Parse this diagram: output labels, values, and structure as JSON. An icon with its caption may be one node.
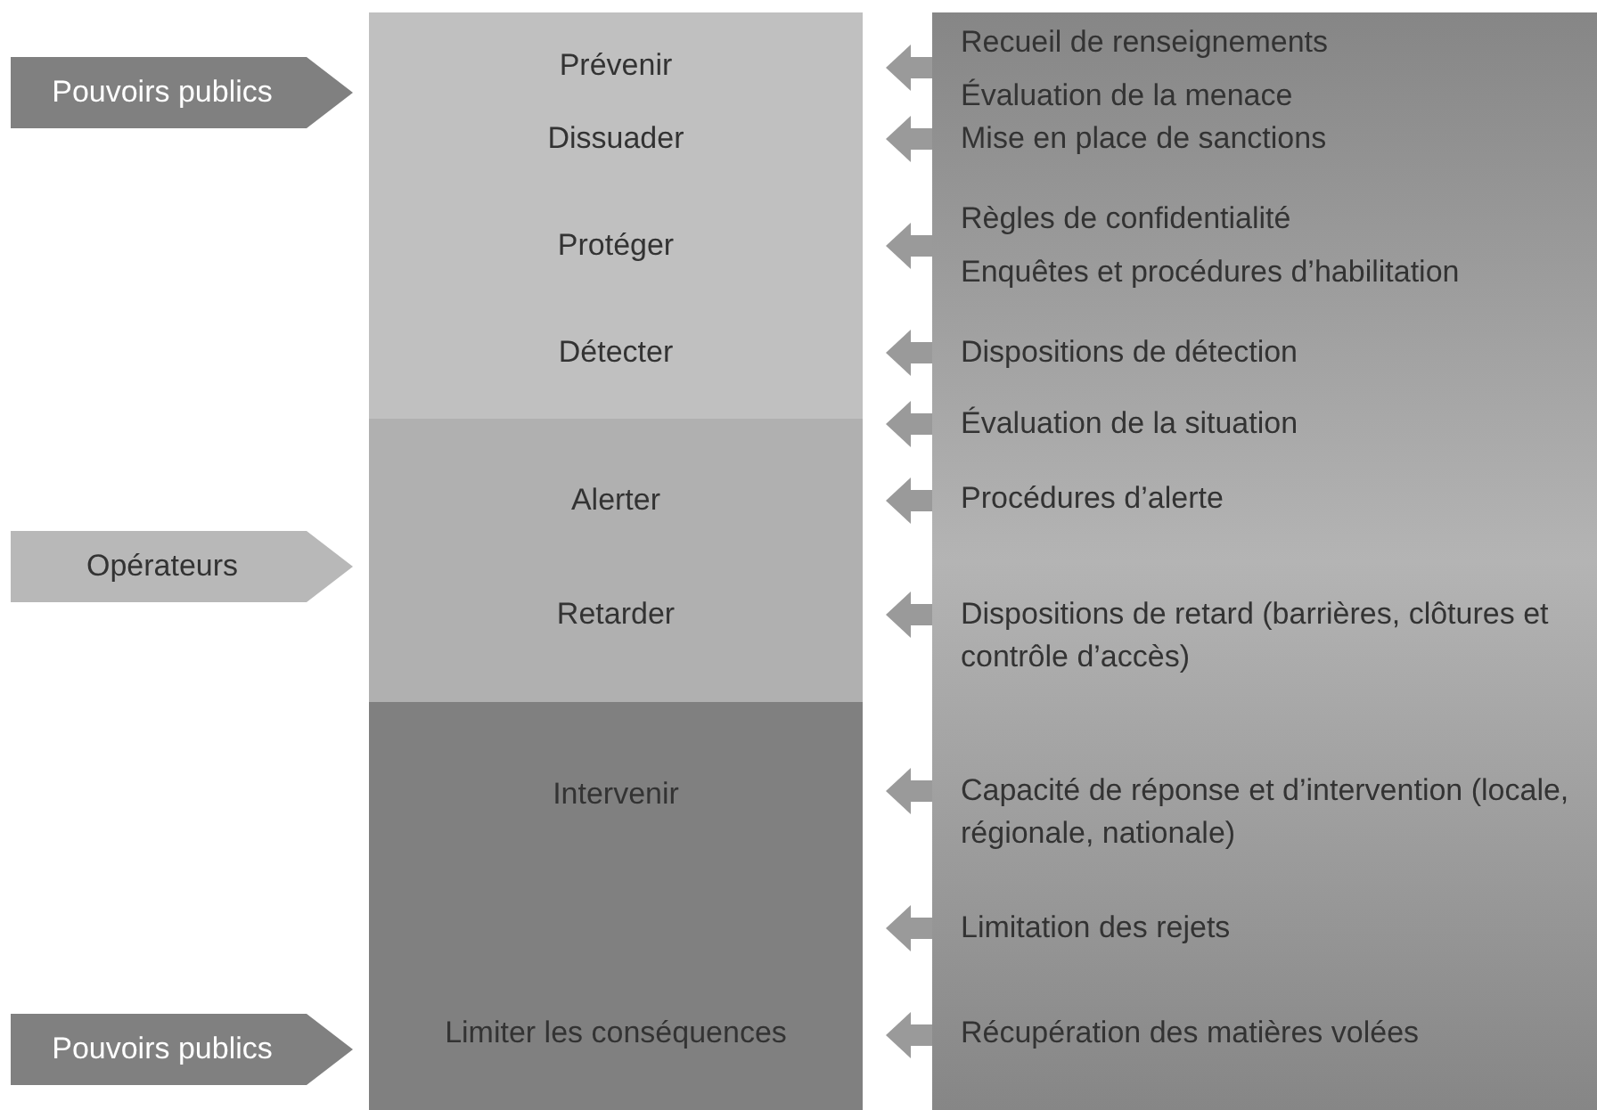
{
  "diagram": {
    "nodes": [
      {
        "text": [
          "Pouvoirs publics"
        ]
      },
      {
        "text": [
          "Opérateurs"
        ]
      },
      {
        "text": [
          "Pouvoirs publics"
        ]
      },
      {
        "text": [
          "Prévenir",
          "Dissuader",
          "Protéger",
          "Détecter"
        ]
      },
      {
        "text": [
          "Alerter",
          "Retarder"
        ]
      },
      {
        "text": [
          "Intervenir",
          "Limiter les conséquences"
        ]
      },
      {
        "text": [
          "Recueil de renseignements",
          "Évaluation de la menace"
        ]
      },
      {
        "text": [
          "Mise en place de sanctions"
        ]
      },
      {
        "text": [
          "Règles de confidentialité",
          "Enquêtes et procédures d’habilitation"
        ]
      },
      {
        "text": [
          "Dispositions de détection"
        ]
      },
      {
        "text": [
          "Évaluation de la situation"
        ]
      },
      {
        "text": [
          "Procédures d’alerte"
        ]
      },
      {
        "text": [
          "Dispositions de retard (barrières, clôtures et contrôle d’accès)"
        ]
      },
      {
        "text": [
          "Capacité de réponse et d’intervention (locale, régionale, nationale)"
        ]
      },
      {
        "text": [
          "Limitation des rejets"
        ]
      },
      {
        "text": [
          "Récupération des matières volées"
        ]
      }
    ],
    "edges": [
      {
        "from": 6,
        "to": 3,
        "arrow": "to"
      },
      {
        "from": 7,
        "to": 3,
        "arrow": "to"
      },
      {
        "from": 8,
        "to": 3,
        "arrow": "to"
      },
      {
        "from": 9,
        "to": 3,
        "arrow": "to"
      },
      {
        "from": 10,
        "to": 4,
        "arrow": "to"
      },
      {
        "from": 11,
        "to": 4,
        "arrow": "to"
      },
      {
        "from": 12,
        "to": 4,
        "arrow": "to"
      },
      {
        "from": 13,
        "to": 5,
        "arrow": "to"
      },
      {
        "from": 14,
        "to": 5,
        "arrow": "to"
      },
      {
        "from": 15,
        "to": 5,
        "arrow": "to"
      }
    ]
  }
}
